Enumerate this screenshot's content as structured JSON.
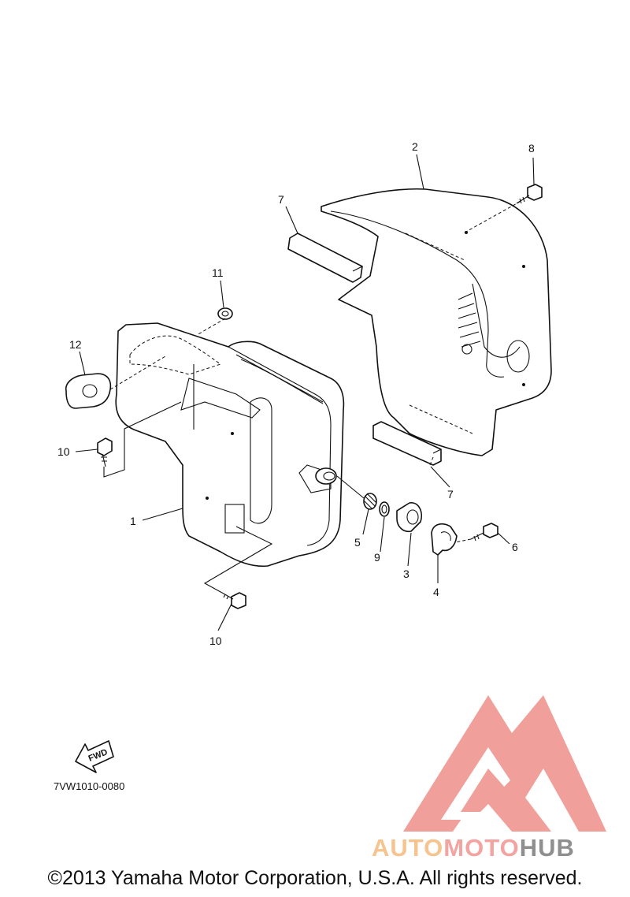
{
  "callouts": {
    "c1": "1",
    "c2": "2",
    "c3": "3",
    "c4": "4",
    "c5": "5",
    "c6": "6",
    "c7a": "7",
    "c7b": "7",
    "c8": "8",
    "c9": "9",
    "c10a": "10",
    "c10b": "10",
    "c11": "11",
    "c12": "12"
  },
  "fwd_label": "FWD",
  "drawing_code": "7VW1010-0080",
  "brand": {
    "part1": "AUTO",
    "part2": "MOTO",
    "part3": "HUB"
  },
  "copyright": "©2013 Yamaha Motor Corporation, U.S.A. All rights reserved.",
  "colors": {
    "line": "#111111",
    "logo_red": "#f19a95",
    "logo_orange": "#f6c48e",
    "logo_gray": "#8f8f8f"
  }
}
